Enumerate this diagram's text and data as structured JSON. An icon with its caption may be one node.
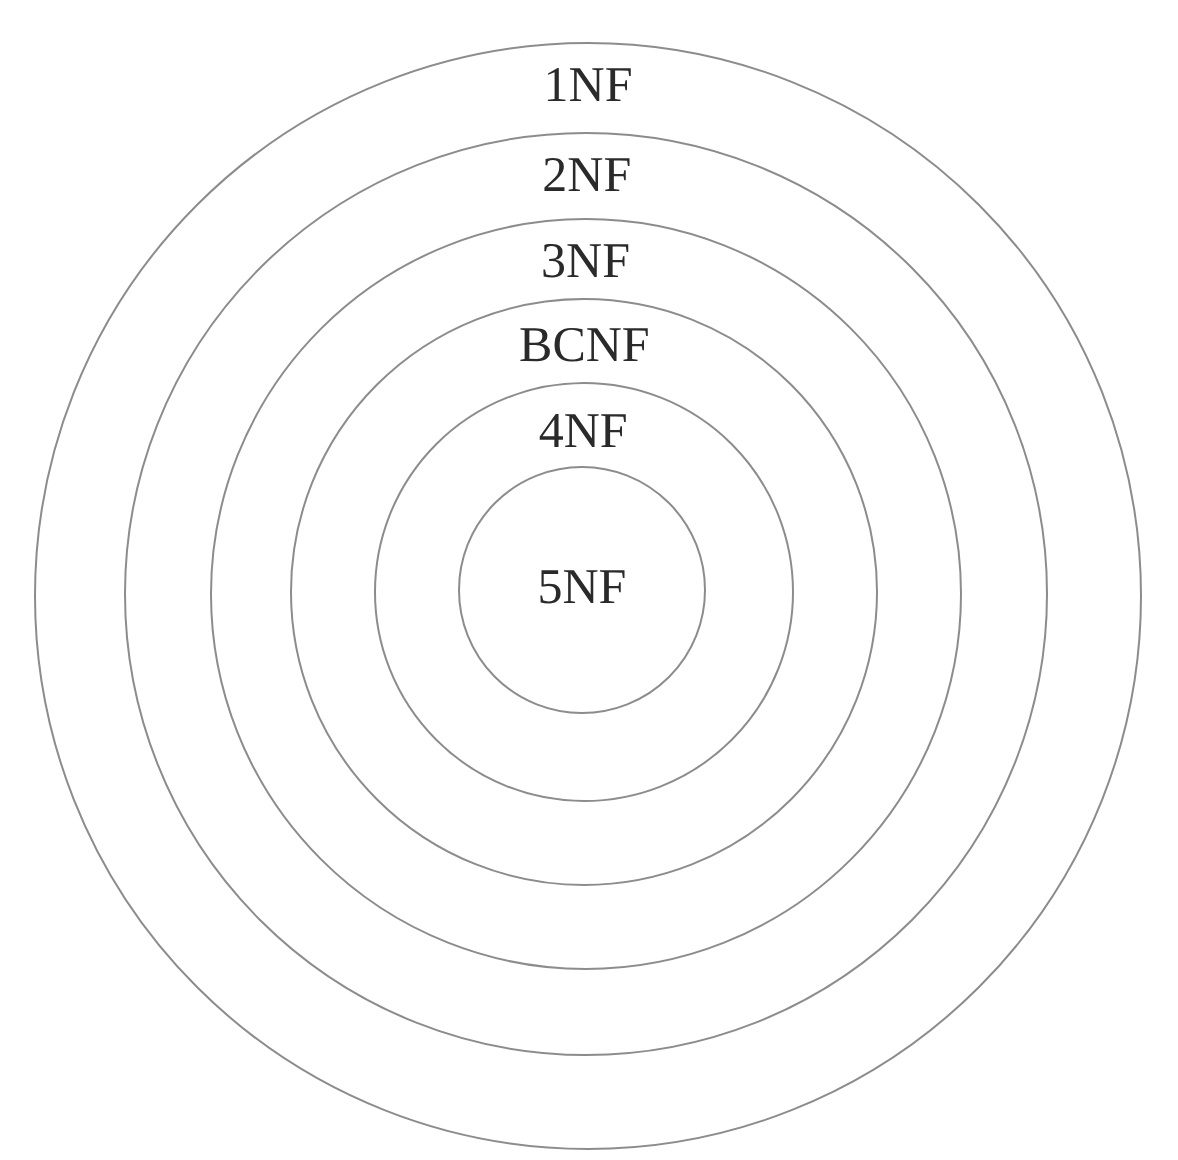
{
  "diagram": {
    "nodes": [
      {
        "text": [
          "1NF"
        ]
      },
      {
        "text": [
          "2NF"
        ],
        "in": 0
      },
      {
        "text": [
          "3NF"
        ],
        "in": 1
      },
      {
        "text": [
          "BCNF"
        ],
        "in": 2
      },
      {
        "text": [
          "4NF"
        ],
        "in": 3
      },
      {
        "text": [
          "5NF"
        ],
        "in": 4
      }
    ]
  }
}
